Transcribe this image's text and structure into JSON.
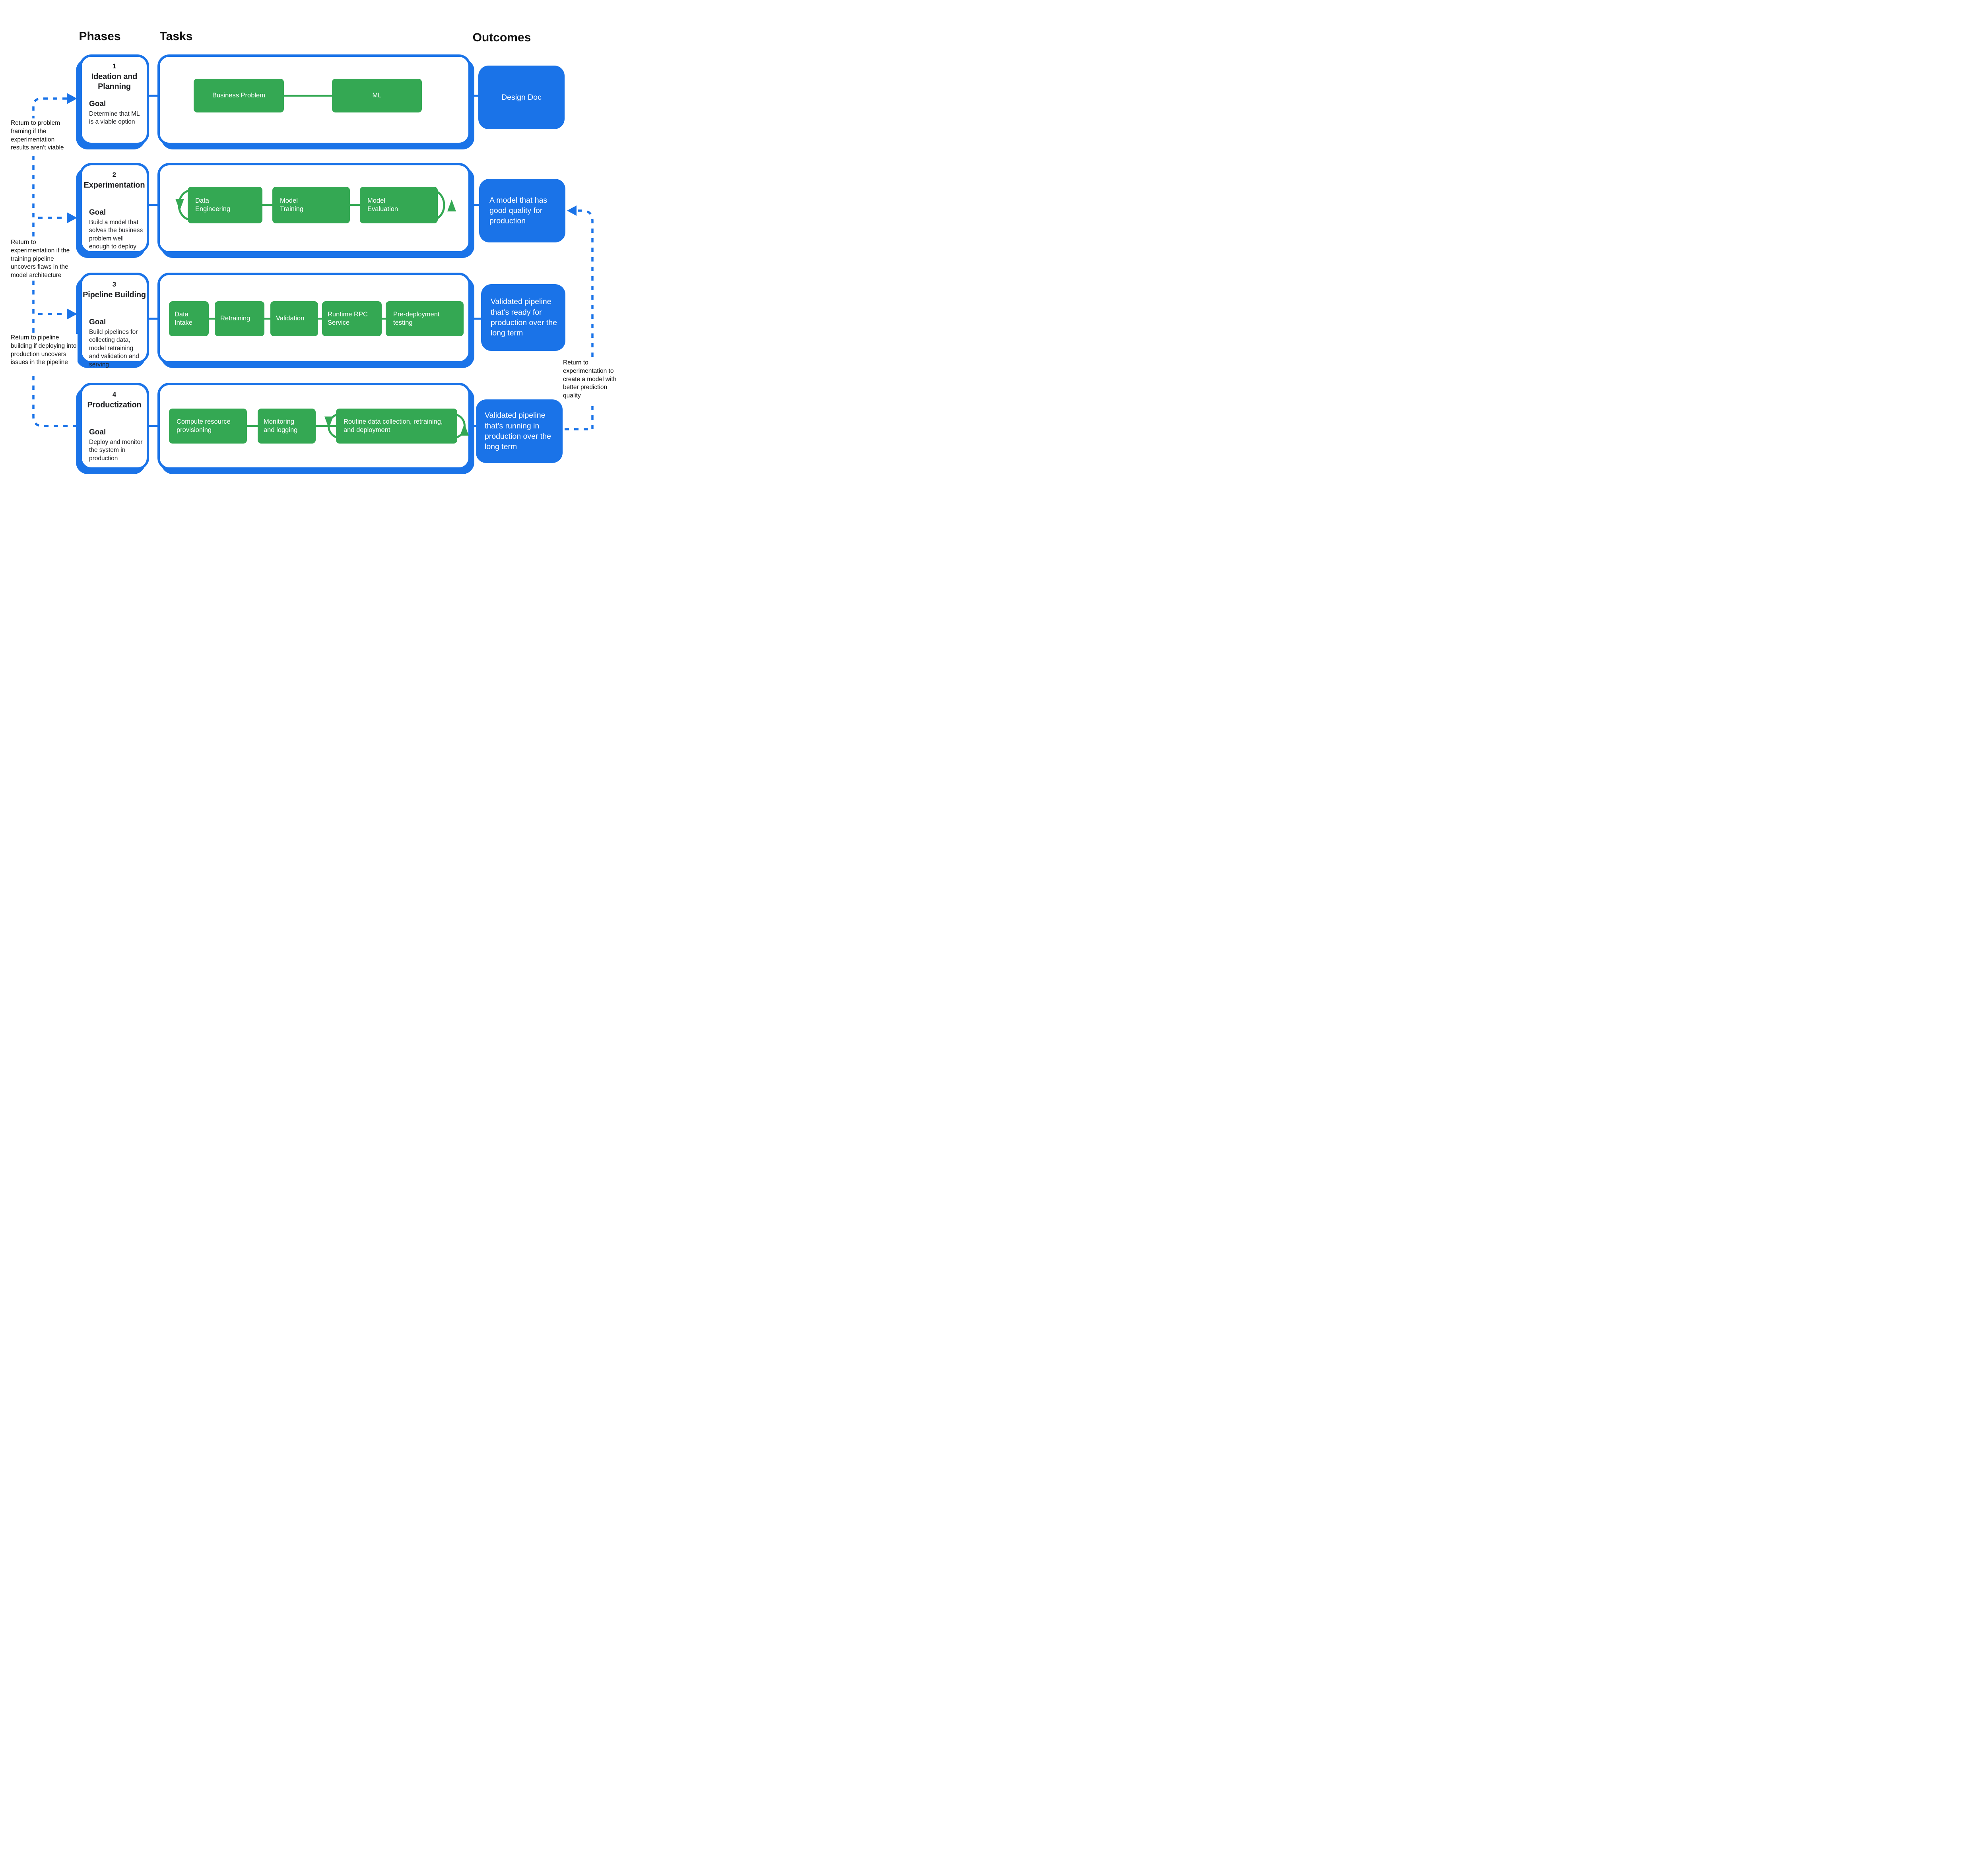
{
  "colors": {
    "blue": "#1a73e8",
    "green": "#34a853",
    "text": "#202124",
    "background": "#ffffff"
  },
  "headers": {
    "phases": "Phases",
    "tasks": "Tasks",
    "outcomes": "Outcomes"
  },
  "phases": [
    {
      "number": "1",
      "title": "Ideation and Planning",
      "goal_label": "Goal",
      "goal": "Determine that ML is a viable option"
    },
    {
      "number": "2",
      "title": "Experimentation",
      "goal_label": "Goal",
      "goal": "Build a model that solves the business problem well enough to deploy"
    },
    {
      "number": "3",
      "title": "Pipeline Building",
      "goal_label": "Goal",
      "goal": "Build pipelines for collecting data, model retraining and validation and serving"
    },
    {
      "number": "4",
      "title": "Productization",
      "goal_label": "Goal",
      "goal": "Deploy and monitor the system in production"
    }
  ],
  "task_rows": [
    {
      "tasks": [
        "Business Problem",
        "ML"
      ]
    },
    {
      "tasks": [
        "Data Engineering",
        "Model Training",
        "Model Evaluation"
      ]
    },
    {
      "tasks": [
        "Data Intake",
        "Retraining",
        "Validation",
        "Runtime RPC Service",
        "Pre-deployment testing"
      ]
    },
    {
      "tasks": [
        "Compute resource provisioning",
        "Monitoring and logging",
        "Routine data collection, retraining, and deployment"
      ]
    }
  ],
  "outcomes": [
    {
      "text": "Design Doc"
    },
    {
      "text": "A model that has good quality for production"
    },
    {
      "text": "Validated pipeline that’s ready for production over the long term"
    },
    {
      "text": "Validated pipeline that’s running in production over the long term"
    }
  ],
  "annotations": {
    "left": [
      "Return to problem framing if the experimentation results aren’t viable",
      "Return to experimentation if the training pipeline uncovers flaws in the model architecture",
      "Return to pipeline building if deploying into production uncovers issues in the pipeline"
    ],
    "right": "Return to experimentation to create a model with better prediction quality"
  }
}
